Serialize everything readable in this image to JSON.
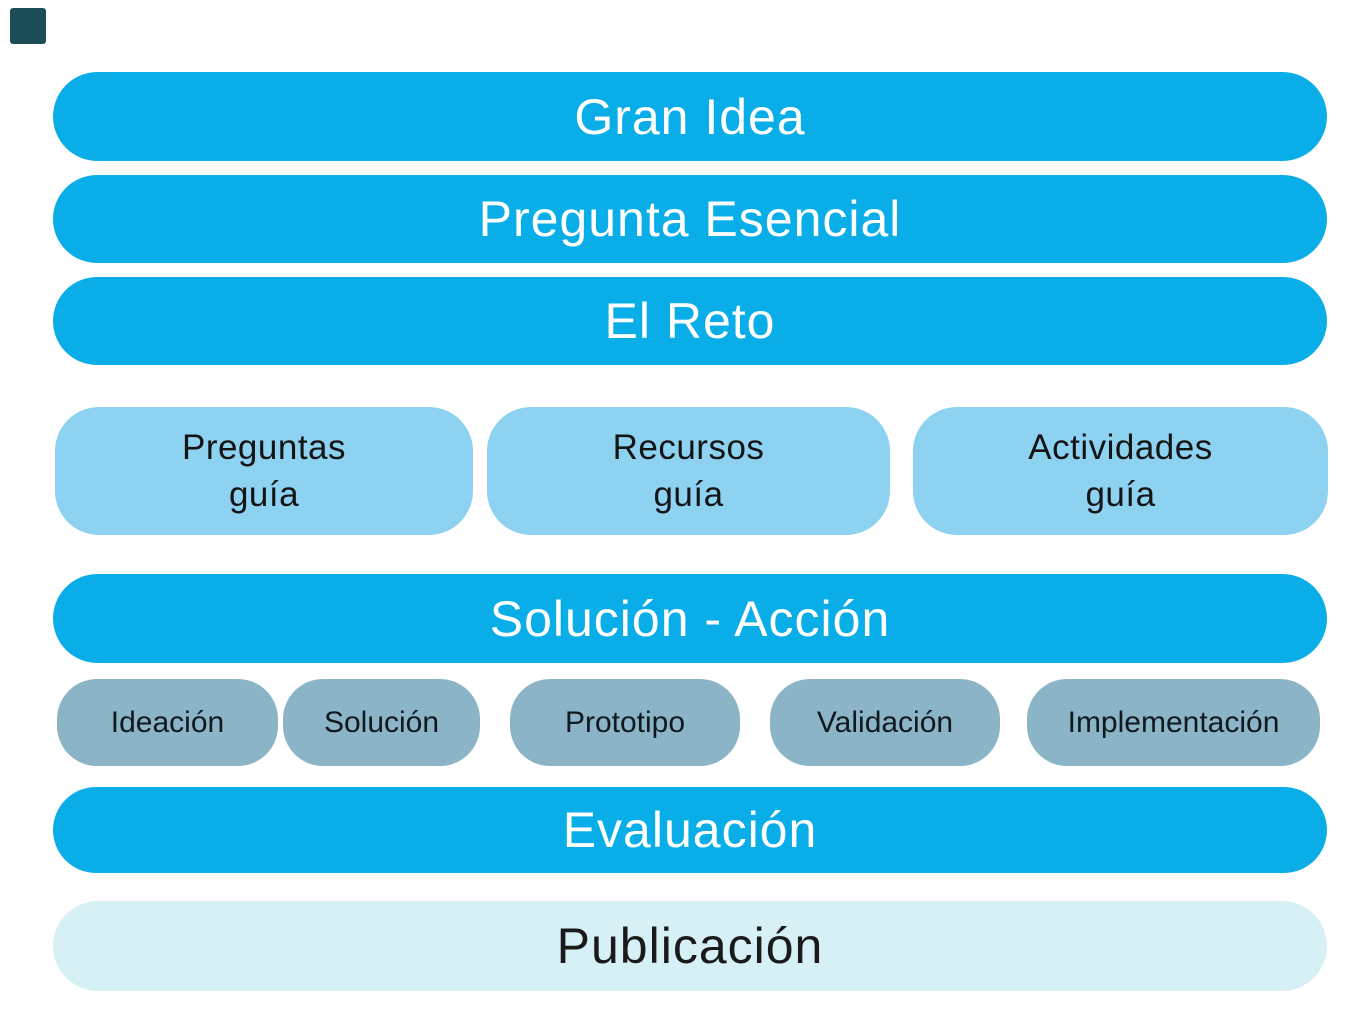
{
  "palette": {
    "primary_blue": "#09aee9",
    "light_blue": "#8dd2f1",
    "gray_blue": "#8bb5c6",
    "pale_cyan": "#d6f0f6",
    "dark_teal_mark": "#1d4e57",
    "white_text": "#ffffff",
    "dark_text": "#141414"
  },
  "diagram": {
    "stages": [
      {
        "id": "gran-idea",
        "label": "Gran Idea"
      },
      {
        "id": "pregunta-esencial",
        "label": "Pregunta Esencial"
      },
      {
        "id": "el-reto",
        "label": "El Reto"
      },
      {
        "id": "solucion-accion",
        "label": "Solución - Acción"
      },
      {
        "id": "evaluacion",
        "label": "Evaluación"
      },
      {
        "id": "publicacion",
        "label": "Publicación"
      }
    ],
    "guide_boxes": [
      {
        "line1": "Preguntas",
        "line2": "guía"
      },
      {
        "line1": "Recursos",
        "line2": "guía"
      },
      {
        "line1": "Actividades",
        "line2": "guía"
      }
    ],
    "action_steps": [
      {
        "label": "Ideación"
      },
      {
        "label": "Solución"
      },
      {
        "label": "Prototipo"
      },
      {
        "label": "Validación"
      },
      {
        "label": "Implementación"
      }
    ]
  }
}
